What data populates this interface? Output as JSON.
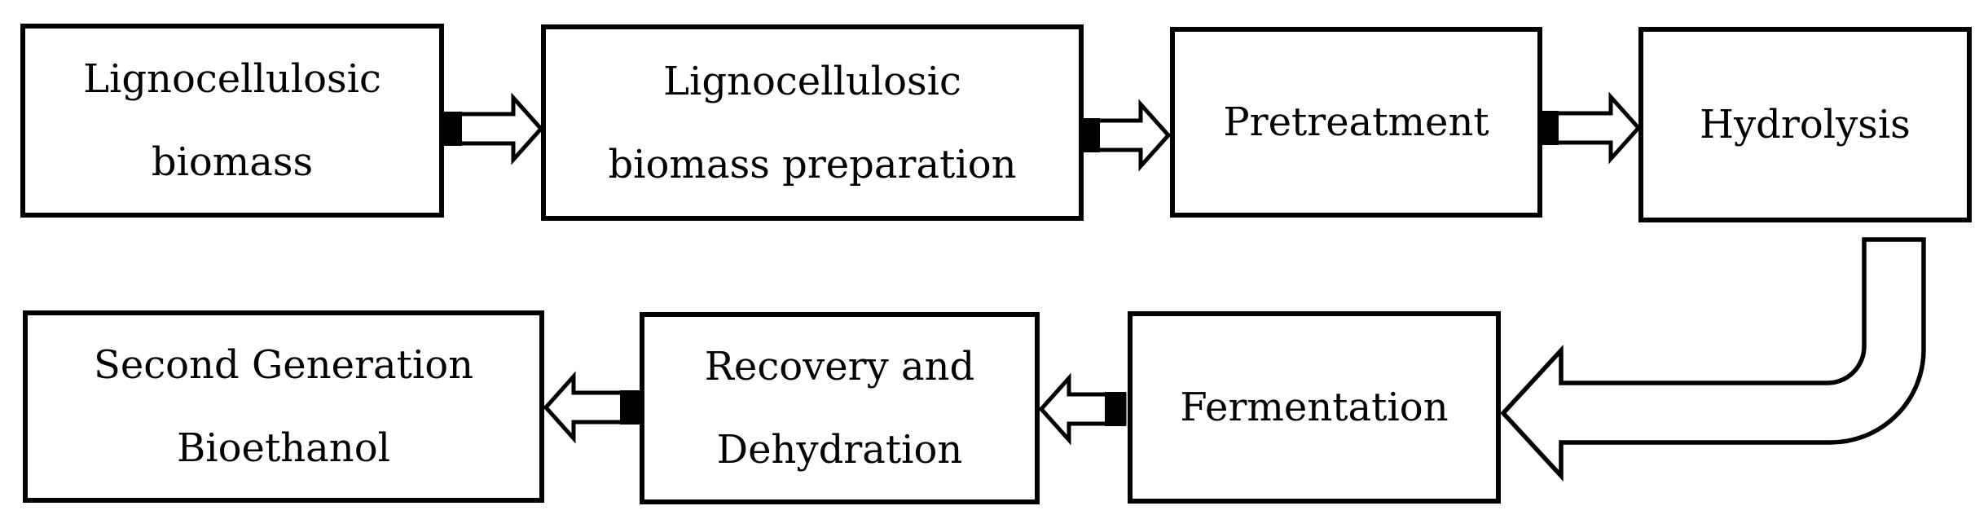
{
  "canvas": {
    "background": "#ffffff",
    "ink": "#000000"
  },
  "diagram": {
    "type": "flowchart",
    "nodes": {
      "biomass": {
        "lines": [
          "Lignocellulosic",
          "biomass"
        ]
      },
      "preparation": {
        "lines": [
          "Lignocellulosic",
          "biomass preparation"
        ]
      },
      "pretreatment": {
        "lines": [
          "Pretreatment"
        ]
      },
      "hydrolysis": {
        "lines": [
          "Hydrolysis"
        ]
      },
      "bioethanol": {
        "lines": [
          "Second Generation",
          "Bioethanol"
        ]
      },
      "recovery": {
        "lines": [
          "Recovery and",
          "Dehydration"
        ]
      },
      "fermentation": {
        "lines": [
          "Fermentation"
        ]
      }
    },
    "connectors": [
      {
        "id": "biomass-to-preparation",
        "from": "biomass",
        "to": "preparation",
        "direction": "right",
        "style": "block-arrow-black-tail"
      },
      {
        "id": "preparation-to-pretreatment",
        "from": "preparation",
        "to": "pretreatment",
        "direction": "right",
        "style": "block-arrow-black-tail"
      },
      {
        "id": "pretreatment-to-hydrolysis",
        "from": "pretreatment",
        "to": "hydrolysis",
        "direction": "right",
        "style": "block-arrow-black-tail"
      },
      {
        "id": "hydrolysis-to-fermentation",
        "from": "hydrolysis",
        "to": "fermentation",
        "direction": "down-then-left",
        "style": "elbow-block-arrow-outline"
      },
      {
        "id": "fermentation-to-recovery",
        "from": "fermentation",
        "to": "recovery",
        "direction": "left",
        "style": "block-arrow-black-tail"
      },
      {
        "id": "recovery-to-bioethanol",
        "from": "recovery",
        "to": "bioethanol",
        "direction": "left",
        "style": "block-arrow-black-tail"
      }
    ],
    "colors": {
      "box_border": "#000000",
      "box_fill": "#ffffff",
      "text": "#000000",
      "arrow_outline": "#000000",
      "arrow_fill": "#ffffff",
      "arrow_tail_fill": "#000000"
    }
  }
}
